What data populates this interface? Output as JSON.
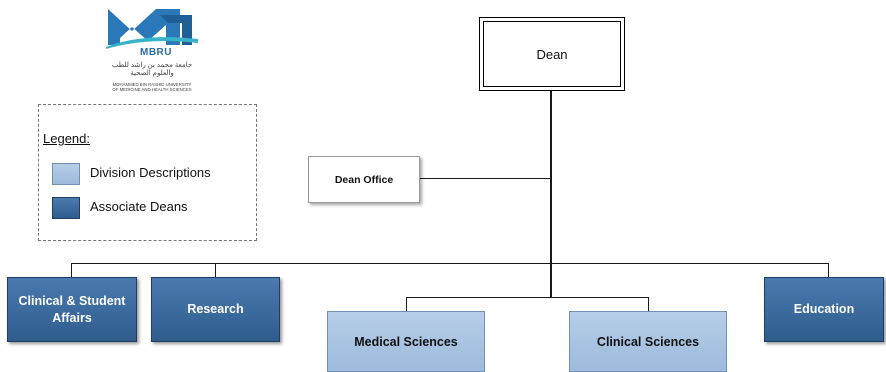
{
  "logo": {
    "brand": "MBRU",
    "arabic_name": "جامعة محمد بن راشد للطب والعلوم الصحية",
    "english_name_line1": "MOHAMMED BIN RASHID UNIVERSITY",
    "english_name_line2": "OF MEDICINE AND HEALTH SCIENCES"
  },
  "legend": {
    "title": "Legend:",
    "items": [
      {
        "label": "Division Descriptions",
        "color": "#a3bfe0"
      },
      {
        "label": "Associate Deans",
        "color": "#3a6a9c"
      }
    ]
  },
  "org": {
    "dean": "Dean",
    "dean_office": "Dean Office",
    "associate_deans": [
      "Clinical & Student Affairs",
      "Research",
      "Education"
    ],
    "divisions": [
      "Medical Sciences",
      "Clinical Sciences"
    ]
  },
  "colors": {
    "associate_dean_fill": "#3a6a9c",
    "division_fill": "#a3bfe0",
    "connector": "#1a1a1a"
  }
}
